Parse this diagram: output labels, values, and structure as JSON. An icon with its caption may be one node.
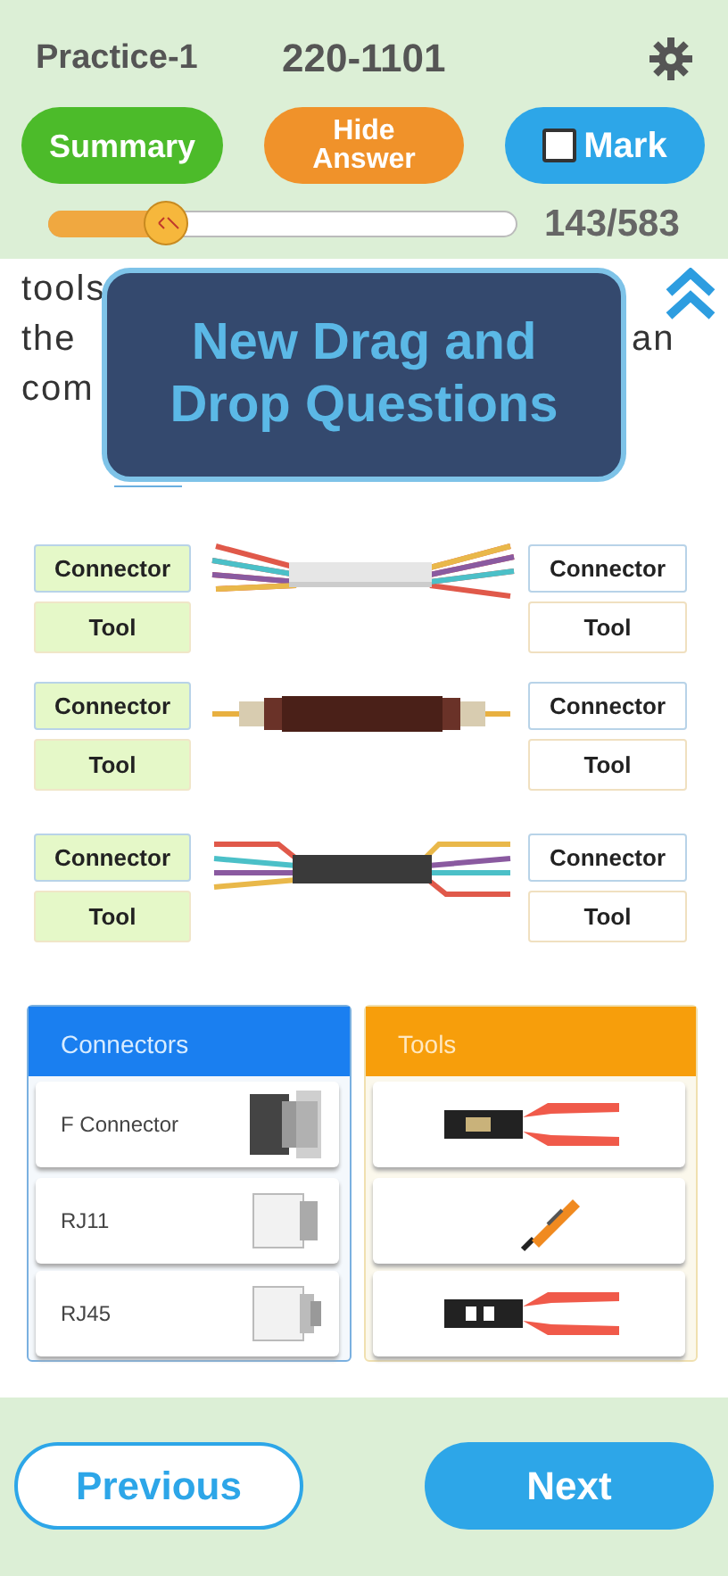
{
  "diagram": {
    "nodes": [
      {
        "text": [
          "Summary"
        ]
      },
      {
        "text": [
          "Hide Answer"
        ]
      },
      {
        "text": [
          "Mark"
        ]
      },
      {
        "text": [
          "New Drag and Drop Questions"
        ]
      },
      {
        "text": [
          "Connector"
        ]
      },
      {
        "text": [
          "Connector"
        ]
      },
      {
        "text": [
          "Tool"
        ]
      },
      {
        "text": [
          "Tool"
        ]
      },
      {
        "text": [
          "Connector"
        ]
      },
      {
        "text": [
          "Connector"
        ]
      },
      {
        "text": [
          "Tool"
        ]
      },
      {
        "text": [
          "Tool"
        ]
      },
      {
        "text": [
          "Connector"
        ]
      },
      {
        "text": [
          "Connector"
        ]
      },
      {
        "text": [
          "Tool"
        ]
      },
      {
        "text": [
          "Tool"
        ]
      },
      {
        "text": [
          "Connectors"
        ]
      },
      {
        "text": [
          "F Connector"
        ],
        "in": 16
      },
      {
        "text": [
          "RJ11"
        ],
        "in": 16
      },
      {
        "text": [
          "RJ45"
        ],
        "in": 16
      },
      {
        "text": [
          "Tools"
        ]
      },
      {
        "text": [],
        "shape": "box",
        "in": 20
      },
      {
        "text": [],
        "shape": "box",
        "in": 20
      },
      {
        "text": [],
        "shape": "box",
        "in": 20
      },
      {
        "text": [
          "Previous"
        ]
      },
      {
        "text": [
          "Next"
        ]
      }
    ],
    "labels": [
      "Practice-1",
      "220-1101",
      "143/583",
      "tools",
      "the",
      "an",
      "com"
    ]
  }
}
